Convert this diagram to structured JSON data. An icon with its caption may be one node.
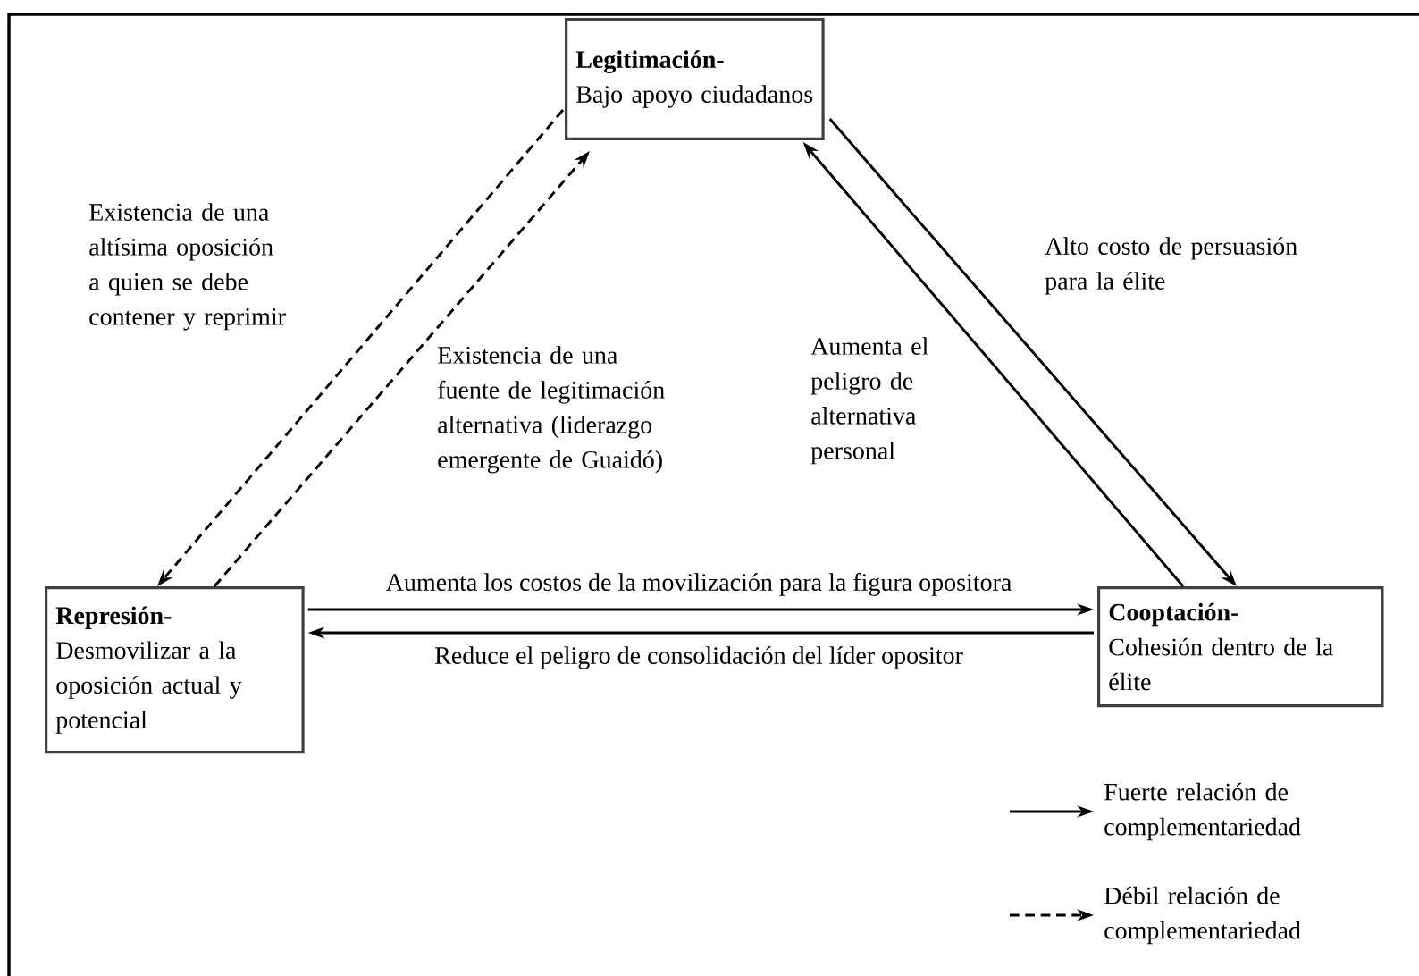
{
  "diagram": {
    "nodes": [
      {
        "text": [
          "Legitimación-",
          "Bajo apoyo ciudadanos"
        ]
      },
      {
        "text": [
          "Represión-",
          "Desmovilizar a la oposición actual y potencial"
        ]
      },
      {
        "text": [
          "Cooptación-",
          "Cohesión dentro de la élite"
        ]
      }
    ],
    "edges": [
      {
        "from": 0,
        "to": 2,
        "arrow": "to",
        "label": "Alto costo de persuasión para la élite"
      },
      {
        "from": 2,
        "to": 0,
        "arrow": "to",
        "label": "Aumenta el peligro de alternativa personal"
      },
      {
        "from": 0,
        "to": 1,
        "arrow": "to",
        "style": "dashed",
        "label": "Existencia de una altísima oposición a quien se debe contener y reprimir"
      },
      {
        "from": 1,
        "to": 0,
        "arrow": "to",
        "style": "dashed",
        "label": "Existencia de una fuente de legitimación alternativa (liderazgo emergente de Guaidó)"
      },
      {
        "from": 1,
        "to": 2,
        "arrow": "to",
        "label": "Aumenta los costos de la movilización para la figura opositora"
      },
      {
        "from": 2,
        "to": 1,
        "arrow": "to",
        "label": "Reduce el peligro de consolidación del líder opositor"
      }
    ],
    "legend": [
      {
        "text": "Fuerte relación de complementariedad"
      },
      {
        "text": "Débil relación de complementariedad"
      }
    ]
  }
}
